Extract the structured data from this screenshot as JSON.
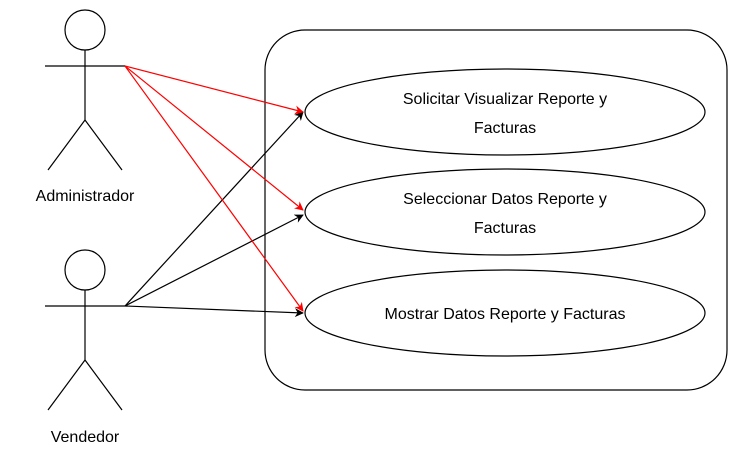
{
  "actors": [
    {
      "id": "administrador",
      "label": "Administrador"
    },
    {
      "id": "vendedor",
      "label": "Vendedor"
    }
  ],
  "use_cases": [
    {
      "id": "solicitar",
      "lines": [
        "Solicitar Visualizar Reporte y",
        "Facturas"
      ]
    },
    {
      "id": "seleccionar",
      "lines": [
        "Seleccionar Datos Reporte y",
        "Facturas"
      ]
    },
    {
      "id": "mostrar",
      "lines": [
        "Mostrar Datos Reporte y Facturas"
      ]
    }
  ],
  "associations": [
    {
      "from": "administrador",
      "to": "solicitar"
    },
    {
      "from": "administrador",
      "to": "seleccionar"
    },
    {
      "from": "administrador",
      "to": "mostrar"
    },
    {
      "from": "vendedor",
      "to": "solicitar"
    },
    {
      "from": "vendedor",
      "to": "seleccionar"
    },
    {
      "from": "vendedor",
      "to": "mostrar"
    }
  ],
  "colors": {
    "administrador_link": "#ff0000",
    "vendedor_link": "#000000",
    "stroke": "#000000"
  }
}
